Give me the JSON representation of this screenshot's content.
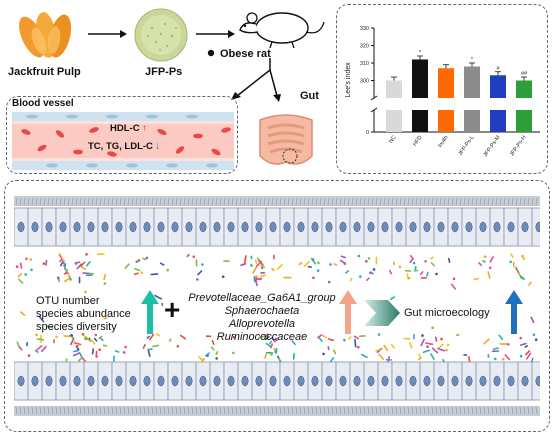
{
  "top": {
    "jackfruit_label": "Jackfruit Pulp",
    "jfp_label": "JFP-Ps",
    "rat_label": "Obese rat",
    "gut_label": "Gut"
  },
  "blood": {
    "title": "Blood vessel",
    "line1": "HDL-C",
    "line2": "TC, TG, LDL-C",
    "up_arrow": "↑",
    "down_arrow": "↓"
  },
  "bottom": {
    "left_lines": [
      "OTU number",
      "species abundance",
      "species diversity"
    ],
    "plus": "+",
    "taxa": [
      "Prevotellaceae_Ga6A1_group",
      "Sphaerochaeta",
      "Alloprevotella",
      "Ruminococcaceae"
    ],
    "outcome": "Gut microecology"
  },
  "colors": {
    "teal_arrow": "#1fbfa3",
    "salmon_arrow": "#f5a489",
    "blue_arrow": "#1f6fbf",
    "vessel_red": "#f06a6a"
  },
  "chart_data": {
    "type": "bar",
    "ylabel": "Lee's index",
    "categories": [
      "NC",
      "HFD",
      "Inulin",
      "JFP-Ps-L",
      "JFP-Ps-M",
      "JFP-Ps-H"
    ],
    "values": [
      300,
      312,
      307,
      308,
      303,
      300
    ],
    "errors": [
      2,
      2,
      2,
      2,
      2,
      2
    ],
    "markers": [
      "",
      "*",
      "",
      "*",
      "#",
      "##"
    ],
    "colors": [
      "#d9d9d9",
      "#111111",
      "#ff6a00",
      "#8c8c8c",
      "#1f3fbf",
      "#2e9e3a"
    ],
    "yticks": [
      0,
      300,
      310,
      320,
      330
    ],
    "axis_break": true
  }
}
